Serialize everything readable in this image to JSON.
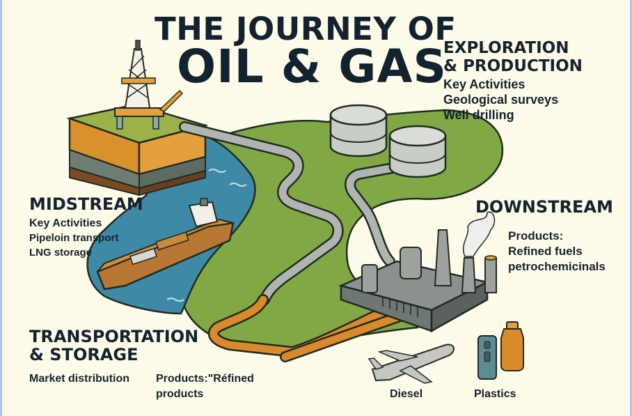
{
  "title": {
    "line1": "THE JOURNEY OF",
    "line2": "OIL & GAS"
  },
  "sections": {
    "exploration": {
      "heading": [
        "EXPLORATION",
        "& PRODUCTION"
      ],
      "lines": [
        "Key Activities",
        "Geological surveys",
        "Well drilling"
      ]
    },
    "midstream": {
      "heading": "MIDSTREAM",
      "lines": [
        "Key Activities",
        "Pipeloin transport",
        "LNG storage"
      ]
    },
    "downstream": {
      "heading": "DOWNSTREAM",
      "lines": [
        "Products:",
        "Refined fuels",
        "petrochemicinals"
      ]
    },
    "transportation": {
      "heading": [
        "TRANSPORTATION",
        "& STORAGE"
      ],
      "distribution": "Market distribution",
      "products": [
        "Products:\"Réfined",
        "products"
      ]
    }
  },
  "product_labels": {
    "diesel": "Diesel",
    "plastics": "Plastics"
  },
  "icons": [
    "offshore-rig-icon",
    "storage-tank-icon",
    "pipeline-icon",
    "tanker-ship-icon",
    "refinery-icon",
    "airplane-icon",
    "fuel-pump-icon",
    "bottle-icon"
  ],
  "colors": {
    "background": "#fffbe9",
    "text": "#13222f",
    "water": "#3e8aa6",
    "land": "#7fa843",
    "pipe_gray": "#a9adab",
    "pipe_orange": "#d98a2b",
    "ship_hull": "#b87733",
    "refinery": "#6f7775",
    "frame": "#a9c3f5"
  }
}
